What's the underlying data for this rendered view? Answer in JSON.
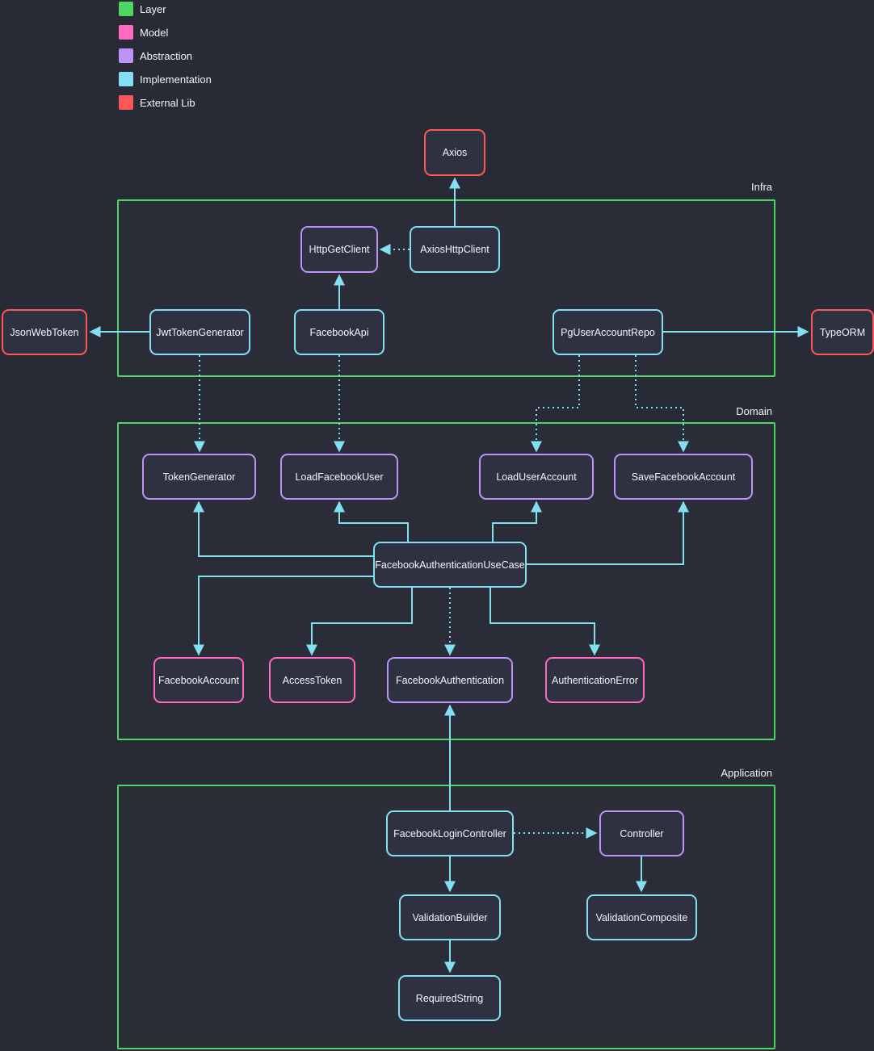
{
  "legend": {
    "items": [
      {
        "label": "Layer",
        "color": "#4dd663"
      },
      {
        "label": "Model",
        "color": "#ff6ac1"
      },
      {
        "label": "Abstraction",
        "color": "#bd93f9"
      },
      {
        "label": "Implementation",
        "color": "#82e0f2"
      },
      {
        "label": "External Lib",
        "color": "#ff5757"
      }
    ]
  },
  "layers": [
    {
      "id": "infra",
      "label": "Infra"
    },
    {
      "id": "domain",
      "label": "Domain"
    },
    {
      "id": "application",
      "label": "Application"
    }
  ],
  "nodes": [
    {
      "id": "axios",
      "label": "Axios",
      "type": "external-lib"
    },
    {
      "id": "http-get-client",
      "label": "HttpGetClient",
      "type": "abstraction"
    },
    {
      "id": "axios-http-client",
      "label": "AxiosHttpClient",
      "type": "implementation"
    },
    {
      "id": "json-web-token",
      "label": "JsonWebToken",
      "type": "external-lib"
    },
    {
      "id": "jwt-token-generator",
      "label": "JwtTokenGenerator",
      "type": "implementation"
    },
    {
      "id": "facebook-api",
      "label": "FacebookApi",
      "type": "implementation"
    },
    {
      "id": "pg-user-account-repo",
      "label": "PgUserAccountRepo",
      "type": "implementation"
    },
    {
      "id": "type-orm",
      "label": "TypeORM",
      "type": "external-lib"
    },
    {
      "id": "token-generator",
      "label": "TokenGenerator",
      "type": "abstraction"
    },
    {
      "id": "load-facebook-user",
      "label": "LoadFacebookUser",
      "type": "abstraction"
    },
    {
      "id": "load-user-account",
      "label": "LoadUserAccount",
      "type": "abstraction"
    },
    {
      "id": "save-facebook-account",
      "label": "SaveFacebookAccount",
      "type": "abstraction"
    },
    {
      "id": "facebook-authentication-use-case",
      "label": "FacebookAuthenticationUseCase",
      "type": "implementation"
    },
    {
      "id": "facebook-account",
      "label": "FacebookAccount",
      "type": "model"
    },
    {
      "id": "access-token",
      "label": "AccessToken",
      "type": "model"
    },
    {
      "id": "facebook-authentication",
      "label": "FacebookAuthentication",
      "type": "abstraction"
    },
    {
      "id": "authentication-error",
      "label": "AuthenticationError",
      "type": "model"
    },
    {
      "id": "facebook-login-controller",
      "label": "FacebookLoginController",
      "type": "implementation"
    },
    {
      "id": "controller",
      "label": "Controller",
      "type": "abstraction"
    },
    {
      "id": "validation-builder",
      "label": "ValidationBuilder",
      "type": "implementation"
    },
    {
      "id": "validation-composite",
      "label": "ValidationComposite",
      "type": "implementation"
    },
    {
      "id": "required-string",
      "label": "RequiredString",
      "type": "implementation"
    }
  ],
  "edges": [
    {
      "from": "AxiosHttpClient",
      "to": "Axios",
      "style": "solid"
    },
    {
      "from": "AxiosHttpClient",
      "to": "HttpGetClient",
      "style": "dotted"
    },
    {
      "from": "FacebookApi",
      "to": "HttpGetClient",
      "style": "solid"
    },
    {
      "from": "JwtTokenGenerator",
      "to": "JsonWebToken",
      "style": "solid"
    },
    {
      "from": "PgUserAccountRepo",
      "to": "TypeORM",
      "style": "solid"
    },
    {
      "from": "JwtTokenGenerator",
      "to": "TokenGenerator",
      "style": "dotted"
    },
    {
      "from": "FacebookApi",
      "to": "LoadFacebookUser",
      "style": "dotted"
    },
    {
      "from": "PgUserAccountRepo",
      "to": "LoadUserAccount",
      "style": "dotted"
    },
    {
      "from": "PgUserAccountRepo",
      "to": "SaveFacebookAccount",
      "style": "dotted"
    },
    {
      "from": "FacebookAuthenticationUseCase",
      "to": "TokenGenerator",
      "style": "solid"
    },
    {
      "from": "FacebookAuthenticationUseCase",
      "to": "LoadFacebookUser",
      "style": "solid"
    },
    {
      "from": "FacebookAuthenticationUseCase",
      "to": "LoadUserAccount",
      "style": "solid"
    },
    {
      "from": "FacebookAuthenticationUseCase",
      "to": "SaveFacebookAccount",
      "style": "solid"
    },
    {
      "from": "FacebookAuthenticationUseCase",
      "to": "FacebookAccount",
      "style": "solid"
    },
    {
      "from": "FacebookAuthenticationUseCase",
      "to": "AccessToken",
      "style": "solid"
    },
    {
      "from": "FacebookAuthenticationUseCase",
      "to": "FacebookAuthentication",
      "style": "dotted"
    },
    {
      "from": "FacebookAuthenticationUseCase",
      "to": "AuthenticationError",
      "style": "solid"
    },
    {
      "from": "FacebookLoginController",
      "to": "FacebookAuthentication",
      "style": "solid"
    },
    {
      "from": "FacebookLoginController",
      "to": "Controller",
      "style": "dotted"
    },
    {
      "from": "FacebookLoginController",
      "to": "ValidationBuilder",
      "style": "solid"
    },
    {
      "from": "Controller",
      "to": "ValidationComposite",
      "style": "solid"
    },
    {
      "from": "ValidationBuilder",
      "to": "RequiredString",
      "style": "solid"
    }
  ],
  "colors": {
    "background": "#282b36",
    "layer_border": "#4dd663",
    "model_border": "#ff6ac1",
    "abstraction_border": "#bd93f9",
    "implementation_border": "#82e0f2",
    "external_lib_border": "#ff5757",
    "edge": "#82e0f2",
    "text": "#f4f5f7"
  }
}
